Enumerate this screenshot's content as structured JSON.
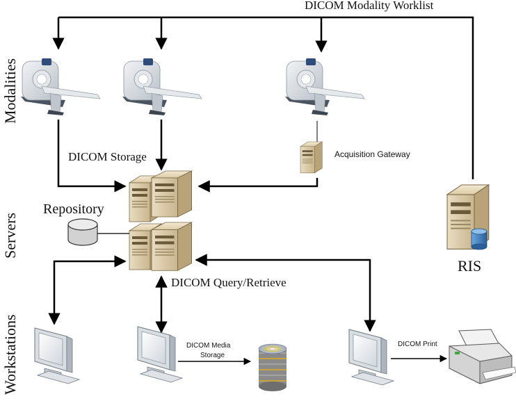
{
  "labels": {
    "worklist": "DICOM Modality Worklist",
    "storage": "DICOM Storage",
    "gateway": "Acquisition Gateway",
    "repository": "Repository",
    "ris": "RIS",
    "query_retrieve": "DICOM Query/Retrieve",
    "media_storage_line1": "DICOM Media",
    "media_storage_line2": "Storage",
    "print": "DICOM Print"
  },
  "rows": {
    "modalities": "Modalities",
    "servers": "Servers",
    "workstations": "Workstations"
  }
}
